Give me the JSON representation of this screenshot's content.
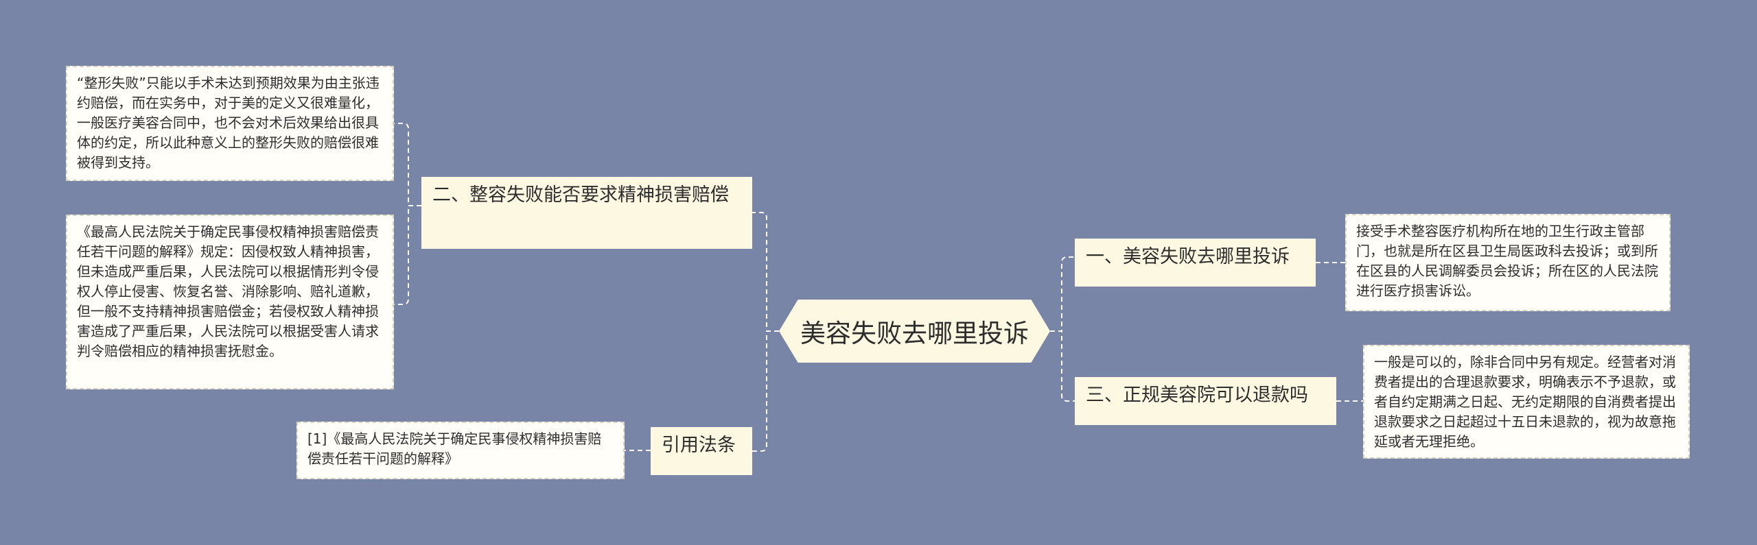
{
  "root": {
    "label": "美容失败去哪里投诉"
  },
  "branches": {
    "b1": {
      "label": "一、美容失败去哪里投诉"
    },
    "b2": {
      "label": "二、整容失败能否要求精神损害赔偿"
    },
    "b3": {
      "label": "三、正规美容院可以退款吗"
    },
    "b4": {
      "label": "引用法条"
    }
  },
  "leaves": {
    "l1": "接受手术整容医疗机构所在地的卫生行政主管部门，也就是所在区县卫生局医政科去投诉；或到所在区县的人民调解委员会投诉；所在区的人民法院进行医疗损害诉讼。",
    "l2a": "“整形失败”只能以手术未达到预期效果为由主张违约赔偿，而在实务中，对于美的定义又很难量化，一般医疗美容合同中，也不会对术后效果给出很具体的约定，所以此种意义上的整形失败的赔偿很难被得到支持。",
    "l2b": "《最高人民法院关于确定民事侵权精神损害赔偿责任若干问题的解释》规定：因侵权致人精神损害，但未造成严重后果，人民法院可以根据情形判令侵权人停止侵害、恢复名誉、消除影响、赔礼道歉，但一般不支持精神损害赔偿金；若侵权致人精神损害造成了严重后果，人民法院可以根据受害人请求判令赔偿相应的精神损害抚慰金。",
    "l3": "一般是可以的，除非合同中另有规定。经营者对消费者提出的合理退款要求，明确表示不予退款，或者自约定期满之日起、无约定期限的自消费者提出退款要求之日起超过十五日未退款的，视为故意拖延或者无理拒绝。",
    "l4": "[1]《最高人民法院关于确定民事侵权精神损害赔偿责任若干问题的解释》"
  }
}
